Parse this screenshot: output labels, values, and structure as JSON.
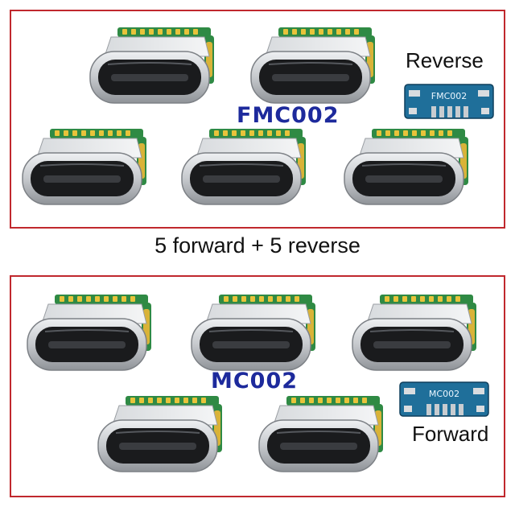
{
  "top_panel": {
    "model": "FMC002",
    "side_label": "Reverse",
    "pcb_marking": "FMC002",
    "connector_count": 5
  },
  "caption": "5 forward + 5 reverse",
  "bottom_panel": {
    "model": "MC002",
    "side_label": "Forward",
    "pcb_marking": "MC002",
    "connector_count": 5
  },
  "colors": {
    "frame": "#c0282d",
    "model_text": "#1d2a9c",
    "pcb": "#1f6f9a",
    "shell": "#c9ccd0"
  }
}
